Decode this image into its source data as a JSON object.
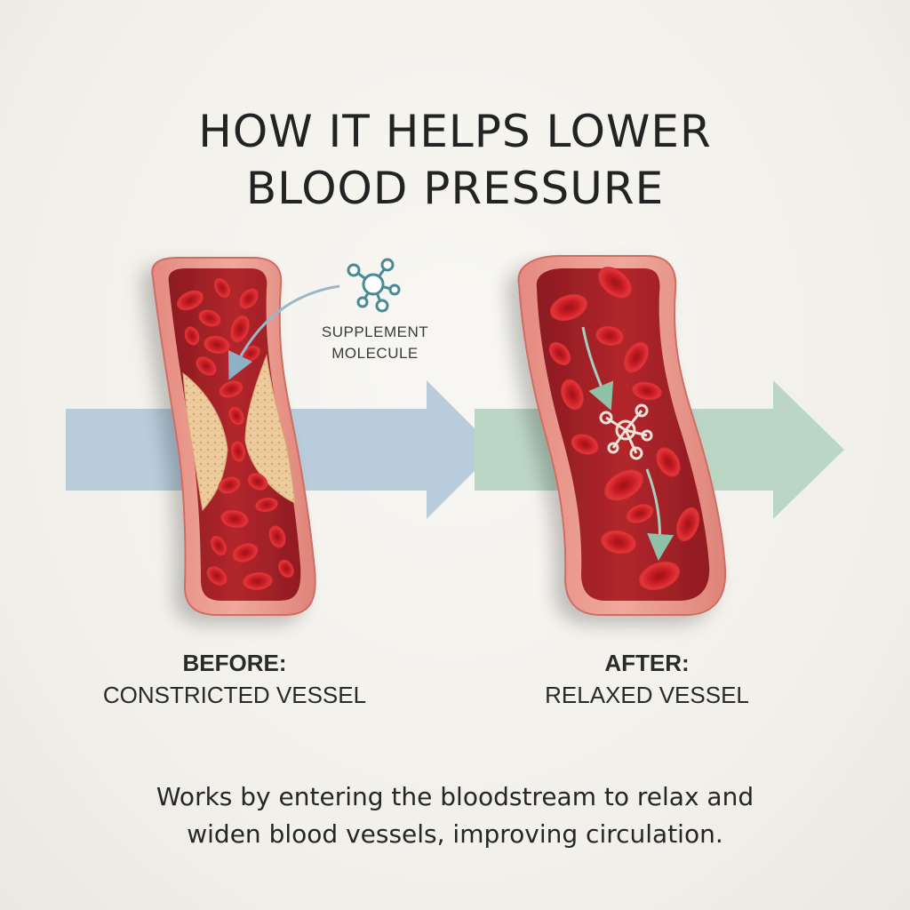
{
  "title": {
    "line1": "HOW IT HELPS LOWER",
    "line2": "BLOOD PRESSURE"
  },
  "molecule_label": {
    "line1": "SUPPLEMENT",
    "line2": "MOLECULE"
  },
  "before": {
    "heading": "BEFORE:",
    "subheading": "CONSTRICTED VESSEL"
  },
  "after": {
    "heading": "AFTER:",
    "subheading": "RELAXED VESSEL"
  },
  "caption": {
    "line1": "Works by entering the bloodstream to relax and",
    "line2": "widen blood vessels, improving circulation."
  },
  "colors": {
    "background": "#f3f1ec",
    "blue_arrow": "#b9cddc",
    "green_arrow": "#bcd7c6",
    "vessel_wall": "#e7958c",
    "vessel_inner": "#a9242a",
    "blood_cell": "#d8262c",
    "plaque": "#ecc89a",
    "molecule": "#4a8a96"
  },
  "icons": [
    "molecule-icon",
    "flow-arrow-icon"
  ]
}
